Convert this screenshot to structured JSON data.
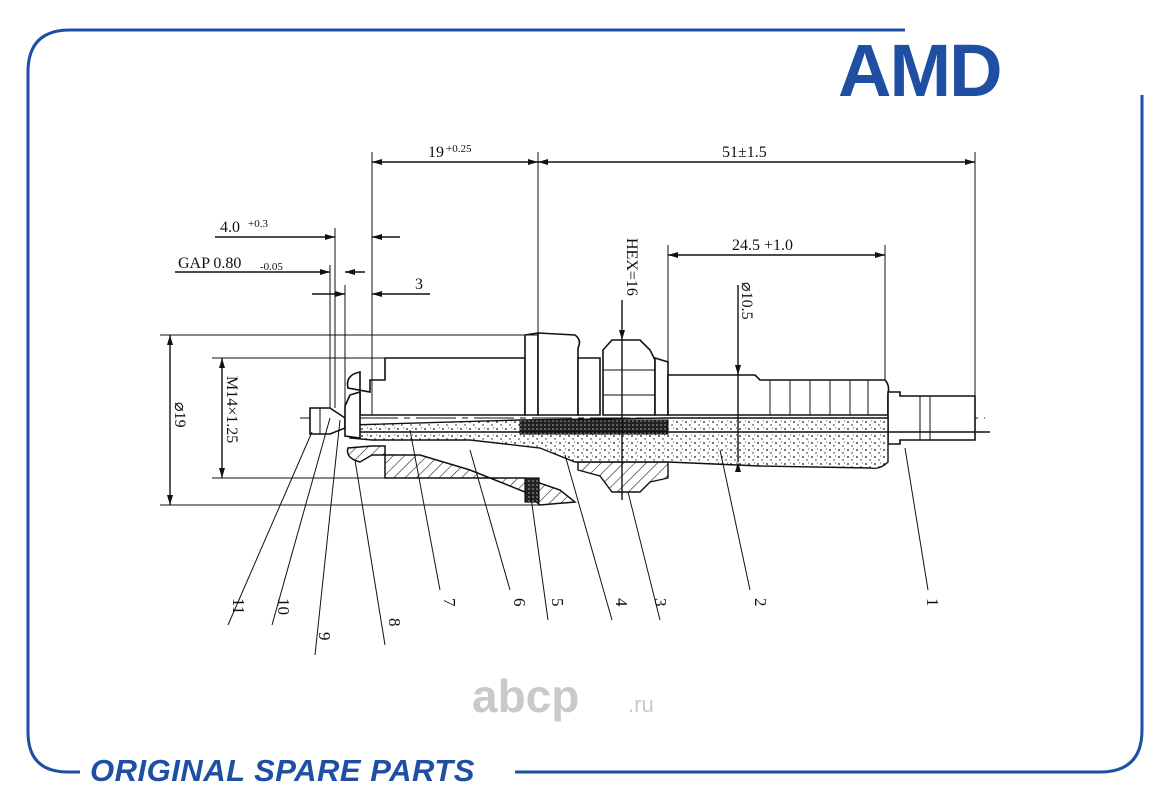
{
  "brand": {
    "logo_text": "AMD",
    "tagline": "ORIGINAL SPARE PARTS",
    "color": "#1e4fa3"
  },
  "watermark": {
    "main": "abcp",
    "suffix": ".ru"
  },
  "dimensions": {
    "d19": "19",
    "d19_tol": "+0.25",
    "d51": "51±1.5",
    "d4": "4.0",
    "d4_tol": "+0.3",
    "gap": "GAP 0.80",
    "gap_tol": "-0.05",
    "d3": "3",
    "d245": "24.5 +1.0",
    "hex": "HEX=16",
    "dia105": "⌀10.5",
    "thread": "M14×1.25",
    "dia19": "⌀19"
  },
  "parts": [
    "1",
    "2",
    "3",
    "4",
    "5",
    "6",
    "7",
    "8",
    "9",
    "10",
    "11"
  ]
}
